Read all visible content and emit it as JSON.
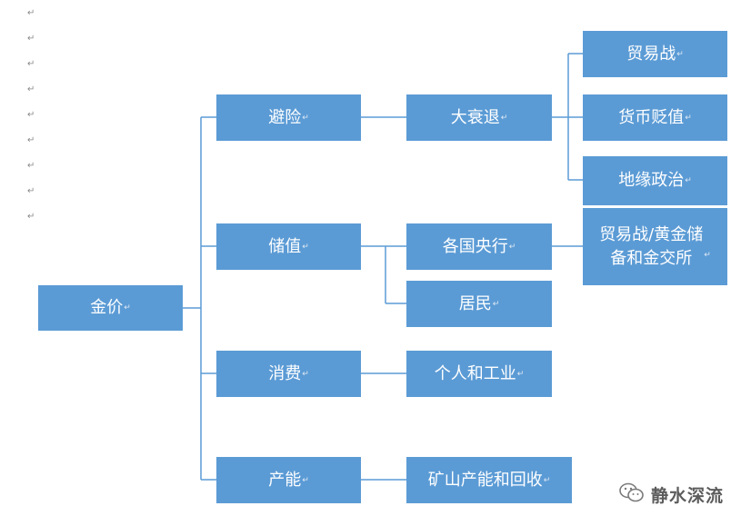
{
  "paragraph_mark": "↵",
  "root": {
    "label": "金价"
  },
  "branches": [
    {
      "label": "避险",
      "children": [
        {
          "label": "大衰退",
          "children": [
            "贸易战",
            "货币贬值",
            "地缘政治"
          ]
        }
      ]
    },
    {
      "label": "储值",
      "children": [
        {
          "label": "各国央行",
          "children": [
            "贸易战/黄金储\n备和金交所"
          ]
        },
        {
          "label": "居民"
        }
      ]
    },
    {
      "label": "消费",
      "children": [
        {
          "label": "个人和工业"
        }
      ]
    },
    {
      "label": "产能",
      "children": [
        {
          "label": "矿山产能和回收"
        }
      ]
    }
  ],
  "watermark": {
    "text": "静水深流",
    "icon": "wechat-icon"
  },
  "colors": {
    "node_fill": "#5b9bd5",
    "node_text": "#ffffff",
    "connector": "#5b9bd5"
  }
}
